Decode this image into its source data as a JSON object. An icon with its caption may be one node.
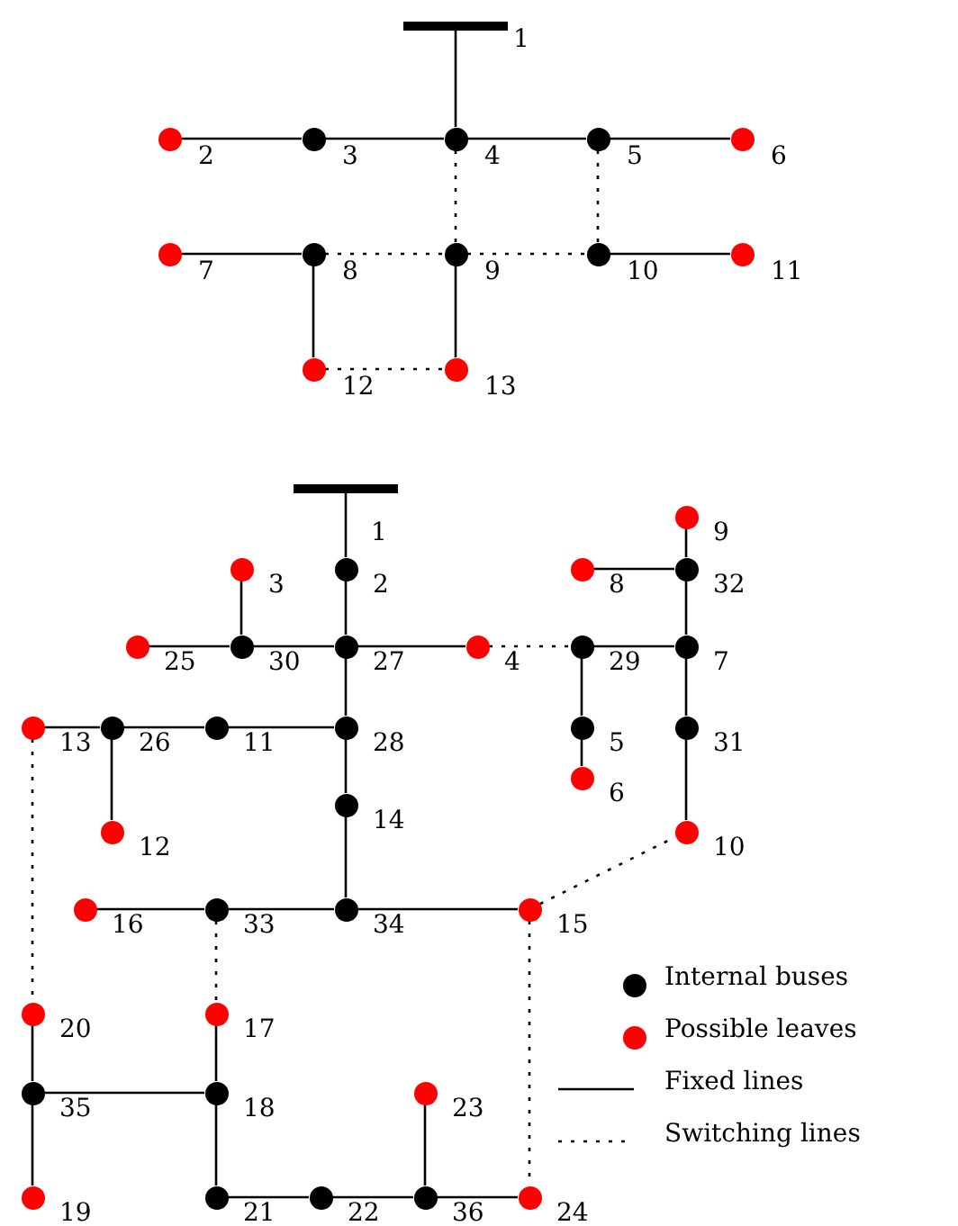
{
  "diagram": {
    "nodes": [
      {
        "text": [],
        "shape": "bar",
        "beside": [
          "1"
        ]
      },
      {
        "text": [],
        "shape": "circle",
        "beside": [
          "2"
        ]
      },
      {
        "text": [],
        "shape": "circle",
        "beside": [
          "3"
        ]
      },
      {
        "text": [],
        "shape": "circle",
        "beside": [
          "4"
        ]
      },
      {
        "text": [],
        "shape": "circle",
        "beside": [
          "5"
        ]
      },
      {
        "text": [],
        "shape": "circle",
        "beside": [
          "6"
        ]
      },
      {
        "text": [],
        "shape": "circle",
        "beside": [
          "7"
        ]
      },
      {
        "text": [],
        "shape": "circle",
        "beside": [
          "8"
        ]
      },
      {
        "text": [],
        "shape": "circle",
        "beside": [
          "9"
        ]
      },
      {
        "text": [],
        "shape": "circle",
        "beside": [
          "10"
        ]
      },
      {
        "text": [],
        "shape": "circle",
        "beside": [
          "11"
        ]
      },
      {
        "text": [],
        "shape": "circle",
        "beside": [
          "12"
        ]
      },
      {
        "text": [],
        "shape": "circle",
        "beside": [
          "13"
        ]
      },
      {
        "text": [],
        "shape": "bar",
        "beside": [
          "1"
        ]
      },
      {
        "text": [],
        "shape": "circle",
        "beside": [
          "2"
        ]
      },
      {
        "text": [],
        "shape": "circle",
        "beside": [
          "3"
        ]
      },
      {
        "text": [],
        "shape": "circle",
        "beside": [
          "4"
        ]
      },
      {
        "text": [],
        "shape": "circle",
        "beside": [
          "5"
        ]
      },
      {
        "text": [],
        "shape": "circle",
        "beside": [
          "6"
        ]
      },
      {
        "text": [],
        "shape": "circle",
        "beside": [
          "7"
        ]
      },
      {
        "text": [],
        "shape": "circle",
        "beside": [
          "8"
        ]
      },
      {
        "text": [],
        "shape": "circle",
        "beside": [
          "9"
        ]
      },
      {
        "text": [],
        "shape": "circle",
        "beside": [
          "10"
        ]
      },
      {
        "text": [],
        "shape": "circle",
        "beside": [
          "11"
        ]
      },
      {
        "text": [],
        "shape": "circle",
        "beside": [
          "12"
        ]
      },
      {
        "text": [],
        "shape": "circle",
        "beside": [
          "13"
        ]
      },
      {
        "text": [],
        "shape": "circle",
        "beside": [
          "14"
        ]
      },
      {
        "text": [],
        "shape": "circle",
        "beside": [
          "15"
        ]
      },
      {
        "text": [],
        "shape": "circle",
        "beside": [
          "16"
        ]
      },
      {
        "text": [],
        "shape": "circle",
        "beside": [
          "17"
        ]
      },
      {
        "text": [],
        "shape": "circle",
        "beside": [
          "18"
        ]
      },
      {
        "text": [],
        "shape": "circle",
        "beside": [
          "19"
        ]
      },
      {
        "text": [],
        "shape": "circle",
        "beside": [
          "20"
        ]
      },
      {
        "text": [],
        "shape": "circle",
        "beside": [
          "21"
        ]
      },
      {
        "text": [],
        "shape": "circle",
        "beside": [
          "22"
        ]
      },
      {
        "text": [],
        "shape": "circle",
        "beside": [
          "23"
        ]
      },
      {
        "text": [],
        "shape": "circle",
        "beside": [
          "24"
        ]
      },
      {
        "text": [],
        "shape": "circle",
        "beside": [
          "25"
        ]
      },
      {
        "text": [],
        "shape": "circle",
        "beside": [
          "26"
        ]
      },
      {
        "text": [],
        "shape": "circle",
        "beside": [
          "27"
        ]
      },
      {
        "text": [],
        "shape": "circle",
        "beside": [
          "28"
        ]
      },
      {
        "text": [],
        "shape": "circle",
        "beside": [
          "29"
        ]
      },
      {
        "text": [],
        "shape": "circle",
        "beside": [
          "30"
        ]
      },
      {
        "text": [],
        "shape": "circle",
        "beside": [
          "31"
        ]
      },
      {
        "text": [],
        "shape": "circle",
        "beside": [
          "32"
        ]
      },
      {
        "text": [],
        "shape": "circle",
        "beside": [
          "33"
        ]
      },
      {
        "text": [],
        "shape": "circle",
        "beside": [
          "34"
        ]
      },
      {
        "text": [],
        "shape": "circle",
        "beside": [
          "35"
        ]
      },
      {
        "text": [],
        "shape": "circle",
        "beside": [
          "36"
        ]
      }
    ],
    "edges": [
      {
        "from": 0,
        "to": 3,
        "arrow": "none"
      },
      {
        "from": 1,
        "to": 2,
        "arrow": "none"
      },
      {
        "from": 2,
        "to": 3,
        "arrow": "none"
      },
      {
        "from": 3,
        "to": 4,
        "arrow": "none"
      },
      {
        "from": 4,
        "to": 5,
        "arrow": "none"
      },
      {
        "from": 3,
        "to": 8,
        "arrow": "none",
        "style": "dashed"
      },
      {
        "from": 4,
        "to": 9,
        "arrow": "none",
        "style": "dashed"
      },
      {
        "from": 6,
        "to": 7,
        "arrow": "none"
      },
      {
        "from": 7,
        "to": 8,
        "arrow": "none",
        "style": "dashed"
      },
      {
        "from": 8,
        "to": 9,
        "arrow": "none",
        "style": "dashed"
      },
      {
        "from": 9,
        "to": 10,
        "arrow": "none"
      },
      {
        "from": 7,
        "to": 11,
        "arrow": "none"
      },
      {
        "from": 11,
        "to": 12,
        "arrow": "none",
        "style": "dashed"
      },
      {
        "from": 8,
        "to": 12,
        "arrow": "none"
      },
      {
        "from": 13,
        "to": 14,
        "arrow": "none"
      },
      {
        "from": 14,
        "to": 39,
        "arrow": "none"
      },
      {
        "from": 15,
        "to": 42,
        "arrow": "none"
      },
      {
        "from": 37,
        "to": 42,
        "arrow": "none"
      },
      {
        "from": 42,
        "to": 39,
        "arrow": "none"
      },
      {
        "from": 39,
        "to": 16,
        "arrow": "none"
      },
      {
        "from": 16,
        "to": 41,
        "arrow": "none",
        "style": "dashed"
      },
      {
        "from": 41,
        "to": 19,
        "arrow": "none"
      },
      {
        "from": 20,
        "to": 44,
        "arrow": "none"
      },
      {
        "from": 21,
        "to": 44,
        "arrow": "none"
      },
      {
        "from": 44,
        "to": 19,
        "arrow": "none"
      },
      {
        "from": 19,
        "to": 43,
        "arrow": "none"
      },
      {
        "from": 43,
        "to": 22,
        "arrow": "none"
      },
      {
        "from": 41,
        "to": 17,
        "arrow": "none"
      },
      {
        "from": 17,
        "to": 18,
        "arrow": "none"
      },
      {
        "from": 39,
        "to": 40,
        "arrow": "none"
      },
      {
        "from": 40,
        "to": 23,
        "arrow": "none"
      },
      {
        "from": 23,
        "to": 38,
        "arrow": "none"
      },
      {
        "from": 38,
        "to": 25,
        "arrow": "none"
      },
      {
        "from": 38,
        "to": 24,
        "arrow": "none"
      },
      {
        "from": 40,
        "to": 26,
        "arrow": "none"
      },
      {
        "from": 26,
        "to": 46,
        "arrow": "none"
      },
      {
        "from": 28,
        "to": 45,
        "arrow": "none"
      },
      {
        "from": 45,
        "to": 46,
        "arrow": "none"
      },
      {
        "from": 46,
        "to": 27,
        "arrow": "none"
      },
      {
        "from": 27,
        "to": 22,
        "arrow": "none",
        "style": "dashed"
      },
      {
        "from": 25,
        "to": 32,
        "arrow": "none",
        "style": "dashed"
      },
      {
        "from": 45,
        "to": 29,
        "arrow": "none",
        "style": "dashed"
      },
      {
        "from": 27,
        "to": 36,
        "arrow": "none",
        "style": "dashed"
      },
      {
        "from": 32,
        "to": 47,
        "arrow": "none"
      },
      {
        "from": 47,
        "to": 31,
        "arrow": "none"
      },
      {
        "from": 47,
        "to": 30,
        "arrow": "none"
      },
      {
        "from": 29,
        "to": 30,
        "arrow": "none"
      },
      {
        "from": 30,
        "to": 33,
        "arrow": "none"
      },
      {
        "from": 33,
        "to": 34,
        "arrow": "none"
      },
      {
        "from": 34,
        "to": 48,
        "arrow": "none"
      },
      {
        "from": 48,
        "to": 35,
        "arrow": "none"
      },
      {
        "from": 48,
        "to": 36,
        "arrow": "none"
      }
    ],
    "legend": [
      {
        "text": "Internal buses",
        "color": "#000000"
      },
      {
        "text": "Possible leaves",
        "color": "#ff0000"
      },
      {
        "text": "Fixed lines"
      },
      {
        "text": "Switching lines"
      }
    ]
  }
}
